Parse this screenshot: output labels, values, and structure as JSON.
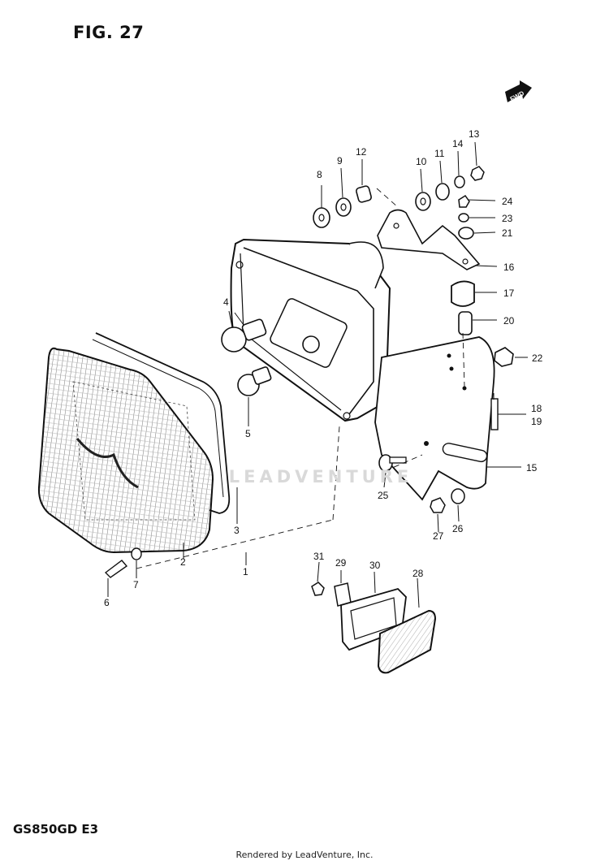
{
  "figure": {
    "title": "FIG. 27"
  },
  "model_code": "GS850GD E3",
  "footer": "Rendered by LeadVenture, Inc.",
  "watermark": {
    "text": "LEADVENTURE",
    "color": "#d9d9d9"
  },
  "direction_arrow": {
    "label": "FWD"
  },
  "callouts": {
    "c1": "1",
    "c2": "2",
    "c3": "3",
    "c4": "4",
    "c5": "5",
    "c6": "6",
    "c7": "7",
    "c8": "8",
    "c9": "9",
    "c10": "10",
    "c11": "11",
    "c12": "12",
    "c13": "13",
    "c14": "14",
    "c15": "15",
    "c16": "16",
    "c17": "17",
    "c18": "18",
    "c19": "19",
    "c20": "20",
    "c21": "21",
    "c22": "22",
    "c23": "23",
    "c24": "24",
    "c25": "25",
    "c26": "26",
    "c27": "27",
    "c28": "28",
    "c29": "29",
    "c30": "30",
    "c31": "31"
  }
}
